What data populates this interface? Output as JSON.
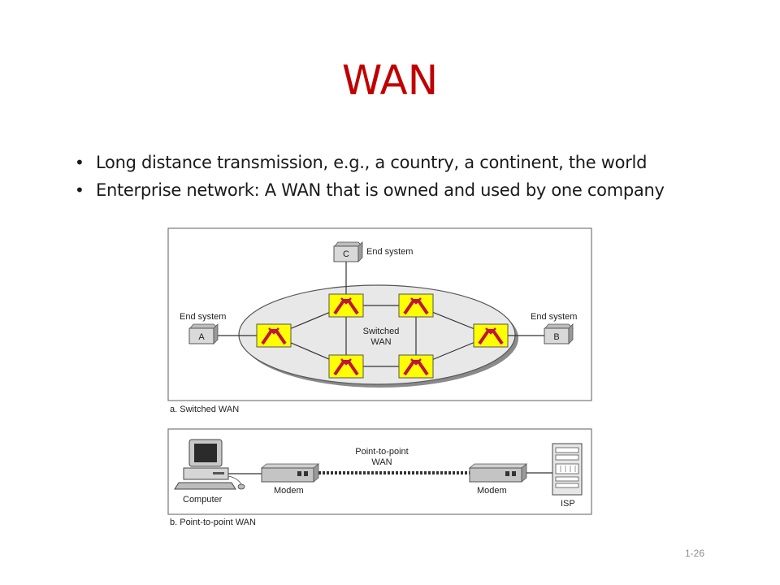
{
  "slide": {
    "title": "WAN",
    "bullets": [
      "Long distance transmission, e.g., a country, a continent, the world",
      "Enterprise network: A WAN that is owned and used by one company"
    ],
    "page_number": "1-26"
  },
  "figure_a": {
    "caption": "a. Switched WAN",
    "cloud_label_line1": "Switched",
    "cloud_label_line2": "WAN",
    "end_system_label": "End system",
    "node_a": "A",
    "node_b": "B",
    "node_c": "C"
  },
  "figure_b": {
    "caption": "b. Point-to-point WAN",
    "link_label_line1": "Point-to-point",
    "link_label_line2": "WAN",
    "computer_label": "Computer",
    "modem_label": "Modem",
    "isp_label": "ISP"
  },
  "colors": {
    "title": "#c00000",
    "switch_fill": "#ffff00",
    "switch_symbol": "#c0143c"
  }
}
